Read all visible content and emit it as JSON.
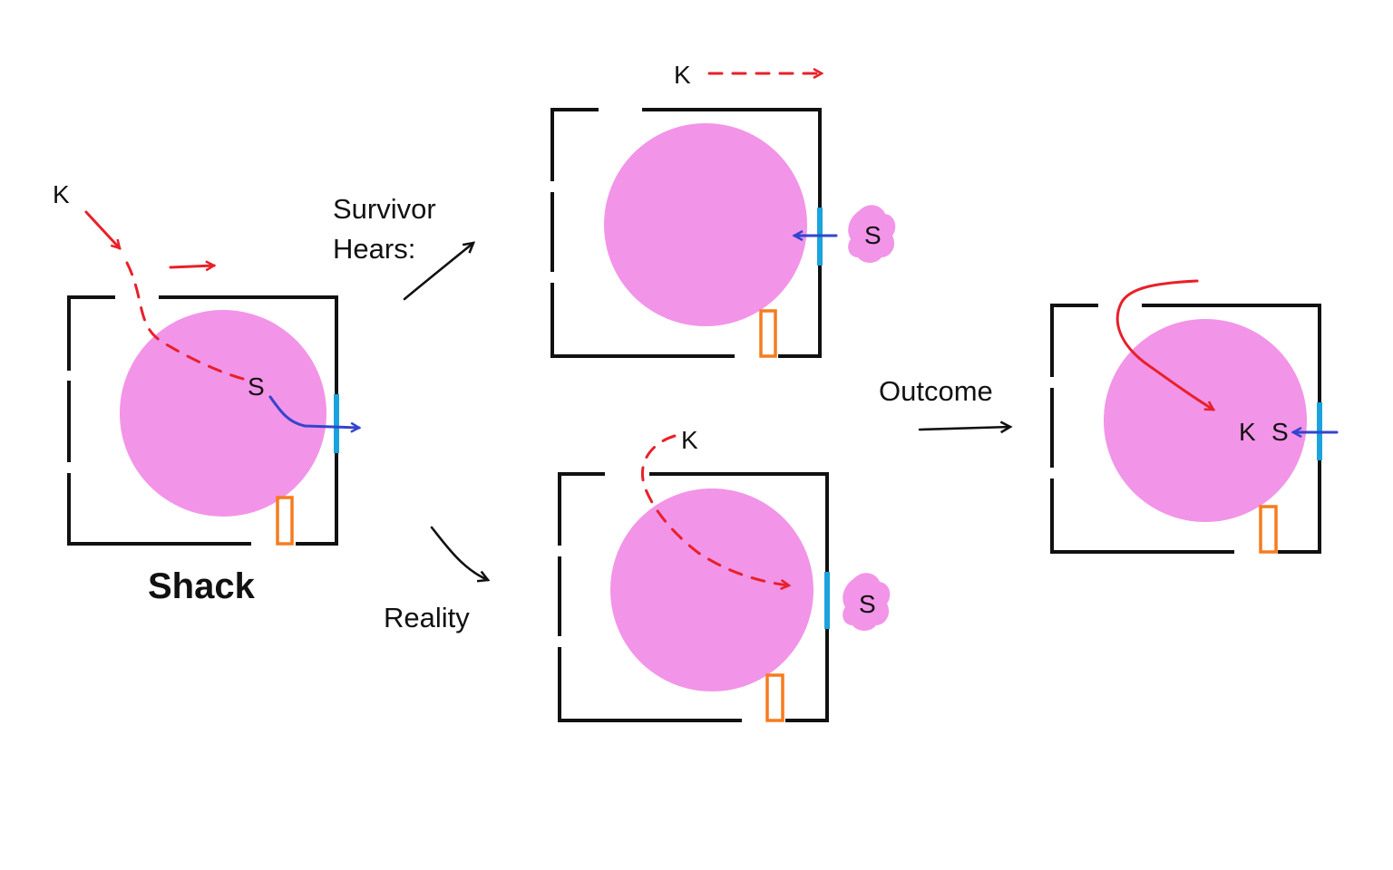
{
  "labels": {
    "killer": "K",
    "survivor": "S",
    "shack": "Shack",
    "survivor_hears": "Survivor",
    "survivor_hears_2": "Hears:",
    "reality": "Reality",
    "outcome": "Outcome"
  },
  "colors": {
    "tile": "#f294e8",
    "wall": "#111111",
    "pallet": "#f57c1f",
    "window": "#1aa3dc",
    "killer_path": "#e8202a",
    "survivor_path": "#3345cc",
    "flow_arrow": "#111111"
  }
}
